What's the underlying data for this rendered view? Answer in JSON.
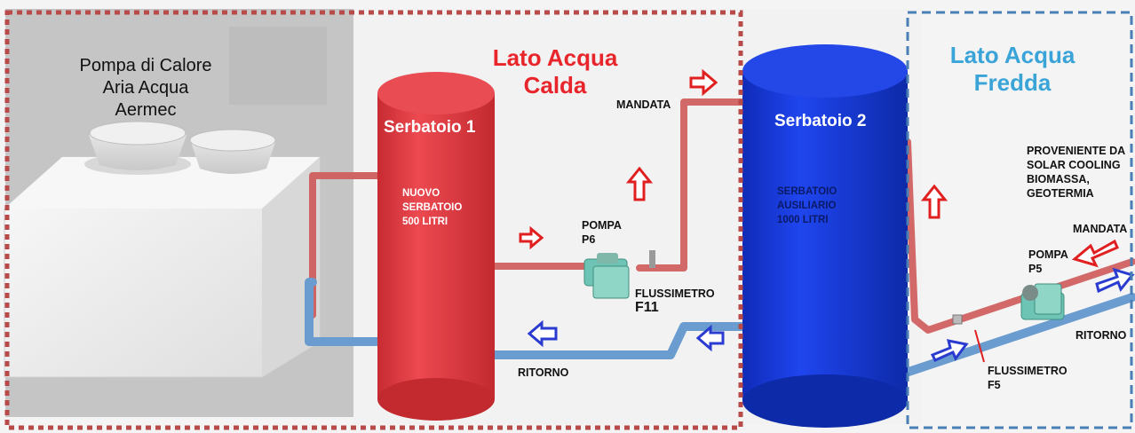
{
  "heat_pump": {
    "line1": "Pompa di Calore",
    "line2": "Aria Acqua",
    "line3": "Aermec"
  },
  "hot_side": {
    "line1": "Lato Acqua",
    "line2": "Calda",
    "color": "#e8252b"
  },
  "cold_side": {
    "line1": "Lato Acqua",
    "line2": "Fredda",
    "color": "#3aa4d8"
  },
  "tank1": {
    "title": "Serbatoio 1",
    "desc_line1": "NUOVO",
    "desc_line2": "SERBATOIO",
    "desc_line3": "500 LITRI",
    "color": "#e33940"
  },
  "tank2": {
    "title": "Serbatoio 2",
    "desc_line1": "SERBATOIO",
    "desc_line2": "AUSILIARIO",
    "desc_line3": "1000 LITRI",
    "color": "#1538d6"
  },
  "labels": {
    "mandata_left": "MANDATA",
    "pump_p6_line1": "POMPA",
    "pump_p6_line2": "P6",
    "flow_f11_line1": "FLUSSIMETRO",
    "flow_f11_line2": "F11",
    "ritorno_left": "RITORNO",
    "source_line1": "PROVENIENTE DA",
    "source_line2": "SOLAR COOLING",
    "source_line3": "BIOMASSA,",
    "source_line4": "GEOTERMIA",
    "mandata_right": "MANDATA",
    "pump_p5_line1": "POMPA",
    "pump_p5_line2": "P5",
    "ritorno_right": "RITORNO",
    "flow_f5_line1": "FLUSSIMETRO",
    "flow_f5_line2": "F5"
  },
  "colors": {
    "pipe_hot": "#d96a6a",
    "pipe_cold": "#5f97d3",
    "arrow_hot": "#e02020",
    "arrow_cold": "#2a3bd0",
    "border_hot": "#b84a4a",
    "border_cold": "#4a7fb5"
  }
}
